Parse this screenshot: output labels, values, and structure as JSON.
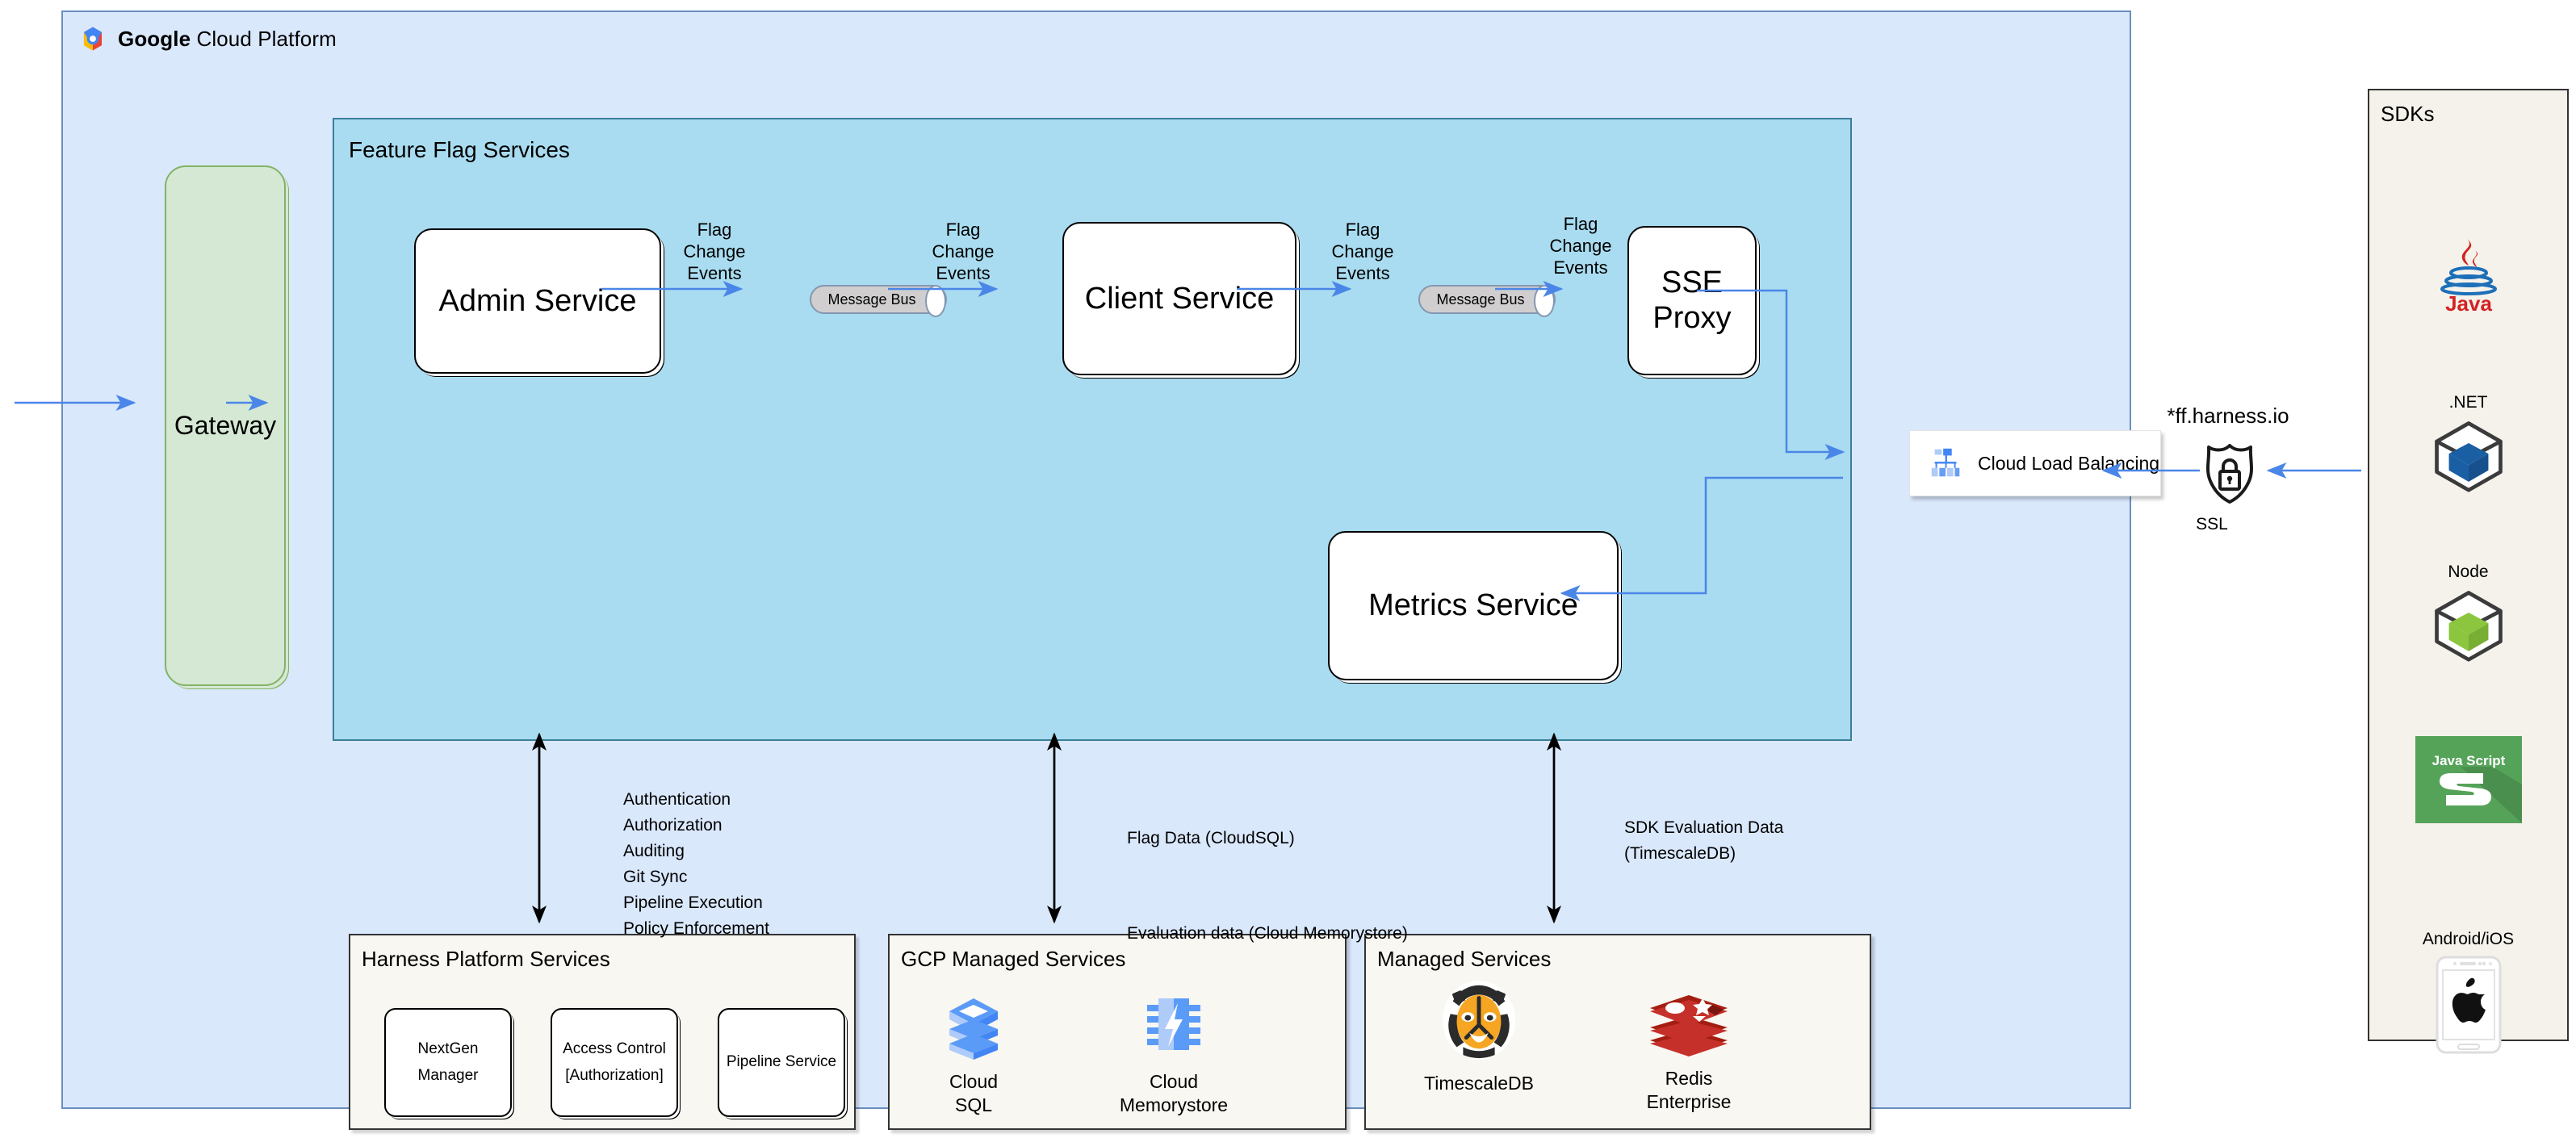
{
  "gcp": {
    "title_bold": "Google",
    "title_rest": " Cloud Platform",
    "logo_icon": "google-cloud-logo"
  },
  "feature_flag_services": {
    "title": "Feature Flag Services",
    "nodes": {
      "admin_service": "Admin Service",
      "client_service": "Client Service",
      "sse_proxy": "SSE\nProxy",
      "metrics_service": "Metrics Service"
    },
    "message_bus_label": "Message Bus",
    "edge_labels": {
      "flag_change_events": "Flag\nChange\nEvents"
    }
  },
  "gateway": {
    "label": "Gateway"
  },
  "load_balancer": {
    "label": "Cloud Load Balancing",
    "icon": "cloud-load-balancing-icon"
  },
  "ssl": {
    "domain": "*ff.harness.io",
    "caption": "SSL",
    "icon": "ssl-shield-lock-icon"
  },
  "sdks": {
    "title": "SDKs",
    "items": [
      {
        "caption": "",
        "name": "Java",
        "icon": "java-logo"
      },
      {
        "caption": ".NET",
        "name": ".NET",
        "icon": "dotnet-cube-icon"
      },
      {
        "caption": "Node",
        "name": "Node",
        "icon": "node-cube-icon"
      },
      {
        "caption": "",
        "name": "Java Script",
        "icon": "javascript-logo",
        "logo_text": "Java Script"
      },
      {
        "caption": "Android/iOS",
        "name": "Android/iOS",
        "icon": "mobile-phone-apple-icon"
      }
    ]
  },
  "annotations": {
    "harness": "Authentication\nAuthorization\nAuditing\nGit Sync\nPipeline Execution\nPolicy Enforcement",
    "flag_data": "Flag Data (CloudSQL)\n\nEvaluation data (Cloud Memorystore)",
    "sdk_eval": "SDK Evaluation Data\n(TimescaleDB)"
  },
  "bottom_panels": {
    "harness": {
      "title": "Harness Platform Services",
      "nodes": [
        "NextGen Manager",
        "Access Control\n[Authorization]",
        "Pipeline Service"
      ]
    },
    "gcp_managed": {
      "title": "GCP Managed Services",
      "items": [
        {
          "label": "Cloud\nSQL",
          "icon": "cloud-sql-icon"
        },
        {
          "label": "Cloud\nMemorystore",
          "icon": "cloud-memorystore-icon"
        }
      ]
    },
    "managed": {
      "title": "Managed Services",
      "items": [
        {
          "label": "TimescaleDB",
          "icon": "timescaledb-tiger-icon"
        },
        {
          "label": "Redis\nEnterprise",
          "icon": "redis-stack-icon"
        }
      ]
    }
  },
  "colors": {
    "gcp_panel_bg": "#dae8fc",
    "gcp_panel_border": "#6c8ebf",
    "ffs_panel_bg": "#a9dcf0",
    "ffs_panel_border": "#3a7f9a",
    "gateway_bg": "#d5e8d4",
    "gateway_border": "#82b366",
    "arrow_blue": "#4a86e8",
    "panel_cream": "#f9f7f1",
    "message_bus_bg": "#d0cece"
  }
}
